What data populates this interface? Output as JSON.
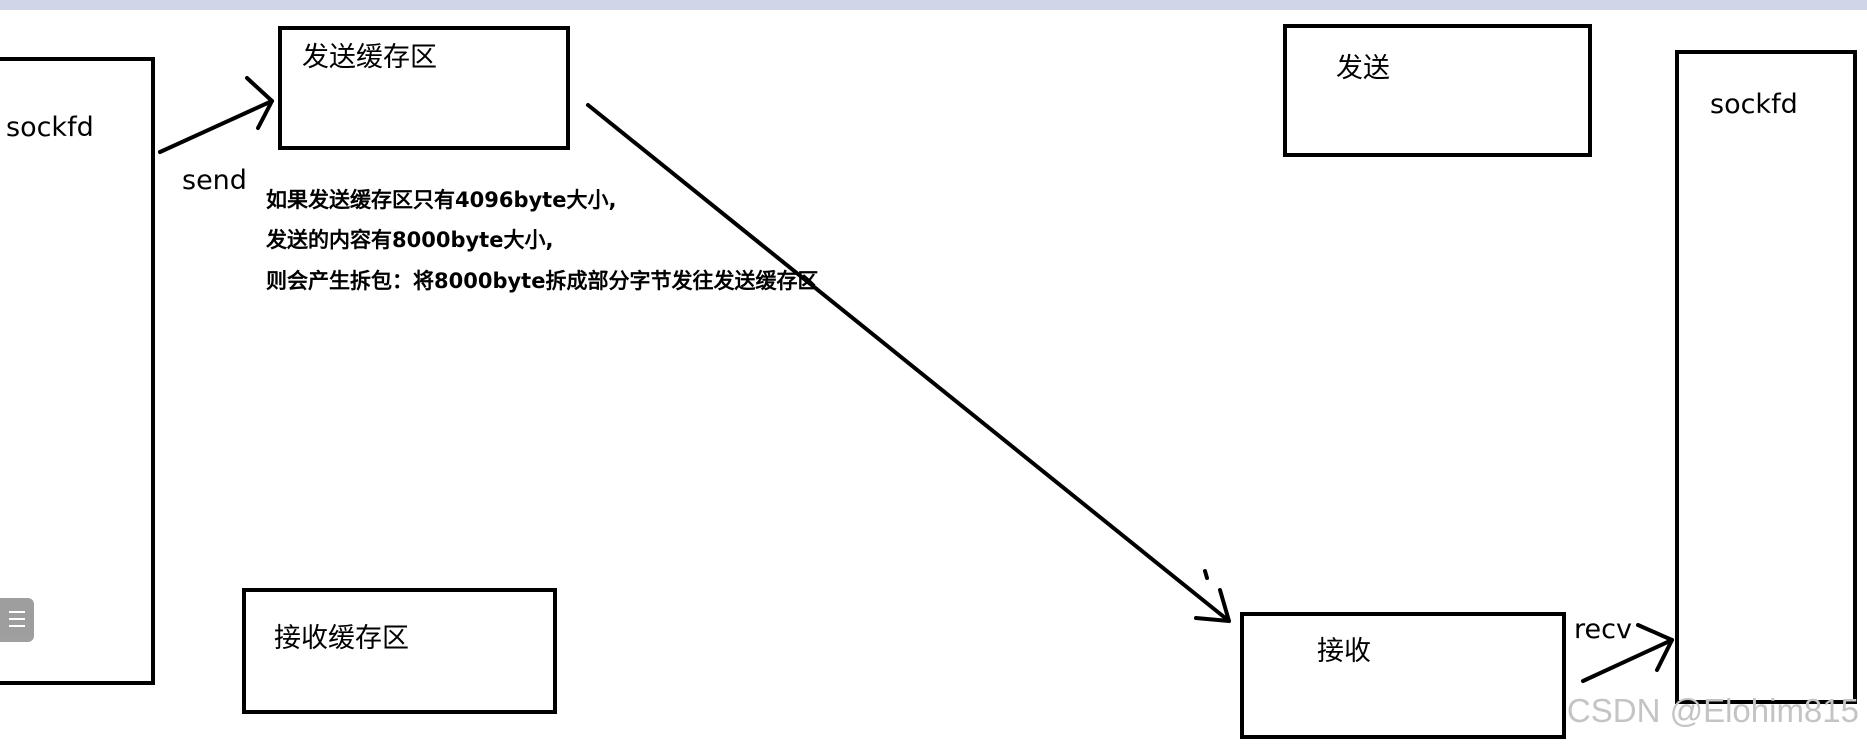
{
  "left": {
    "sockfd_label": "sockfd",
    "send_label": "send",
    "send_buffer_label": "发送缓存区",
    "recv_buffer_label": "接收缓存区"
  },
  "right": {
    "send_label": "发送",
    "recv_label": "接收",
    "sockfd_label": "sockfd",
    "recv_arrow_label": "recv"
  },
  "note": {
    "line1": "如果发送缓存区只有4096byte大小,",
    "line2": "发送的内容有8000byte大小,",
    "line3": "则会产生拆包：将8000byte拆成部分字节发往发送缓存区"
  },
  "watermark": "CSDN @Elohim815",
  "colors": {
    "stroke": "#000000",
    "topbar": "#cfd6e8",
    "watermark": "#c4c4c4"
  },
  "icons": {
    "menu": "menu-icon"
  }
}
